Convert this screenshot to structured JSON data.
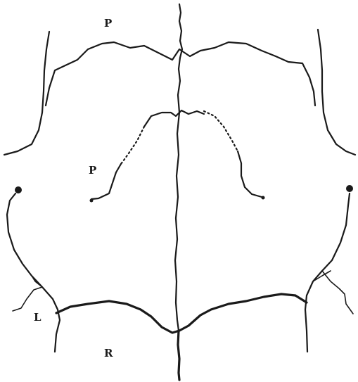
{
  "labels": {
    "top_p": "P",
    "inner_p": "P",
    "left_l": "L",
    "bottom_r": "R"
  }
}
